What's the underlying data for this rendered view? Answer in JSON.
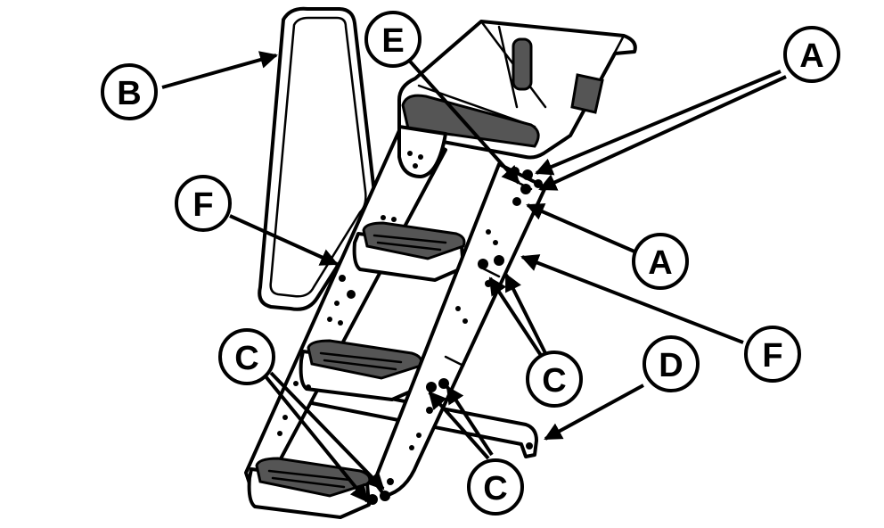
{
  "colors": {
    "ink": "#000000",
    "paper": "#ffffff"
  },
  "callouts": [
    {
      "id": "e",
      "label": "E"
    },
    {
      "id": "a1",
      "label": "A"
    },
    {
      "id": "b",
      "label": "B"
    },
    {
      "id": "f1",
      "label": "F"
    },
    {
      "id": "a2",
      "label": "A"
    },
    {
      "id": "f2",
      "label": "F"
    },
    {
      "id": "c1",
      "label": "C"
    },
    {
      "id": "c2",
      "label": "C"
    },
    {
      "id": "d",
      "label": "D"
    },
    {
      "id": "c3",
      "label": "C"
    }
  ]
}
